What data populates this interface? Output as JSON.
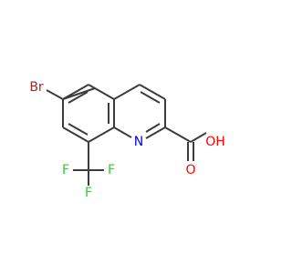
{
  "molecule": {
    "atoms": {
      "br": "Br",
      "n": "N",
      "oh": "OH",
      "o": "O",
      "f1": "F",
      "f2": "F",
      "f3": "F"
    },
    "colors": {
      "bond": "#3c3c3c",
      "bromine": "#a52a2a",
      "nitrogen": "#0000ff",
      "oxygen": "#ff0000",
      "fluorine": "#33cc33"
    }
  }
}
